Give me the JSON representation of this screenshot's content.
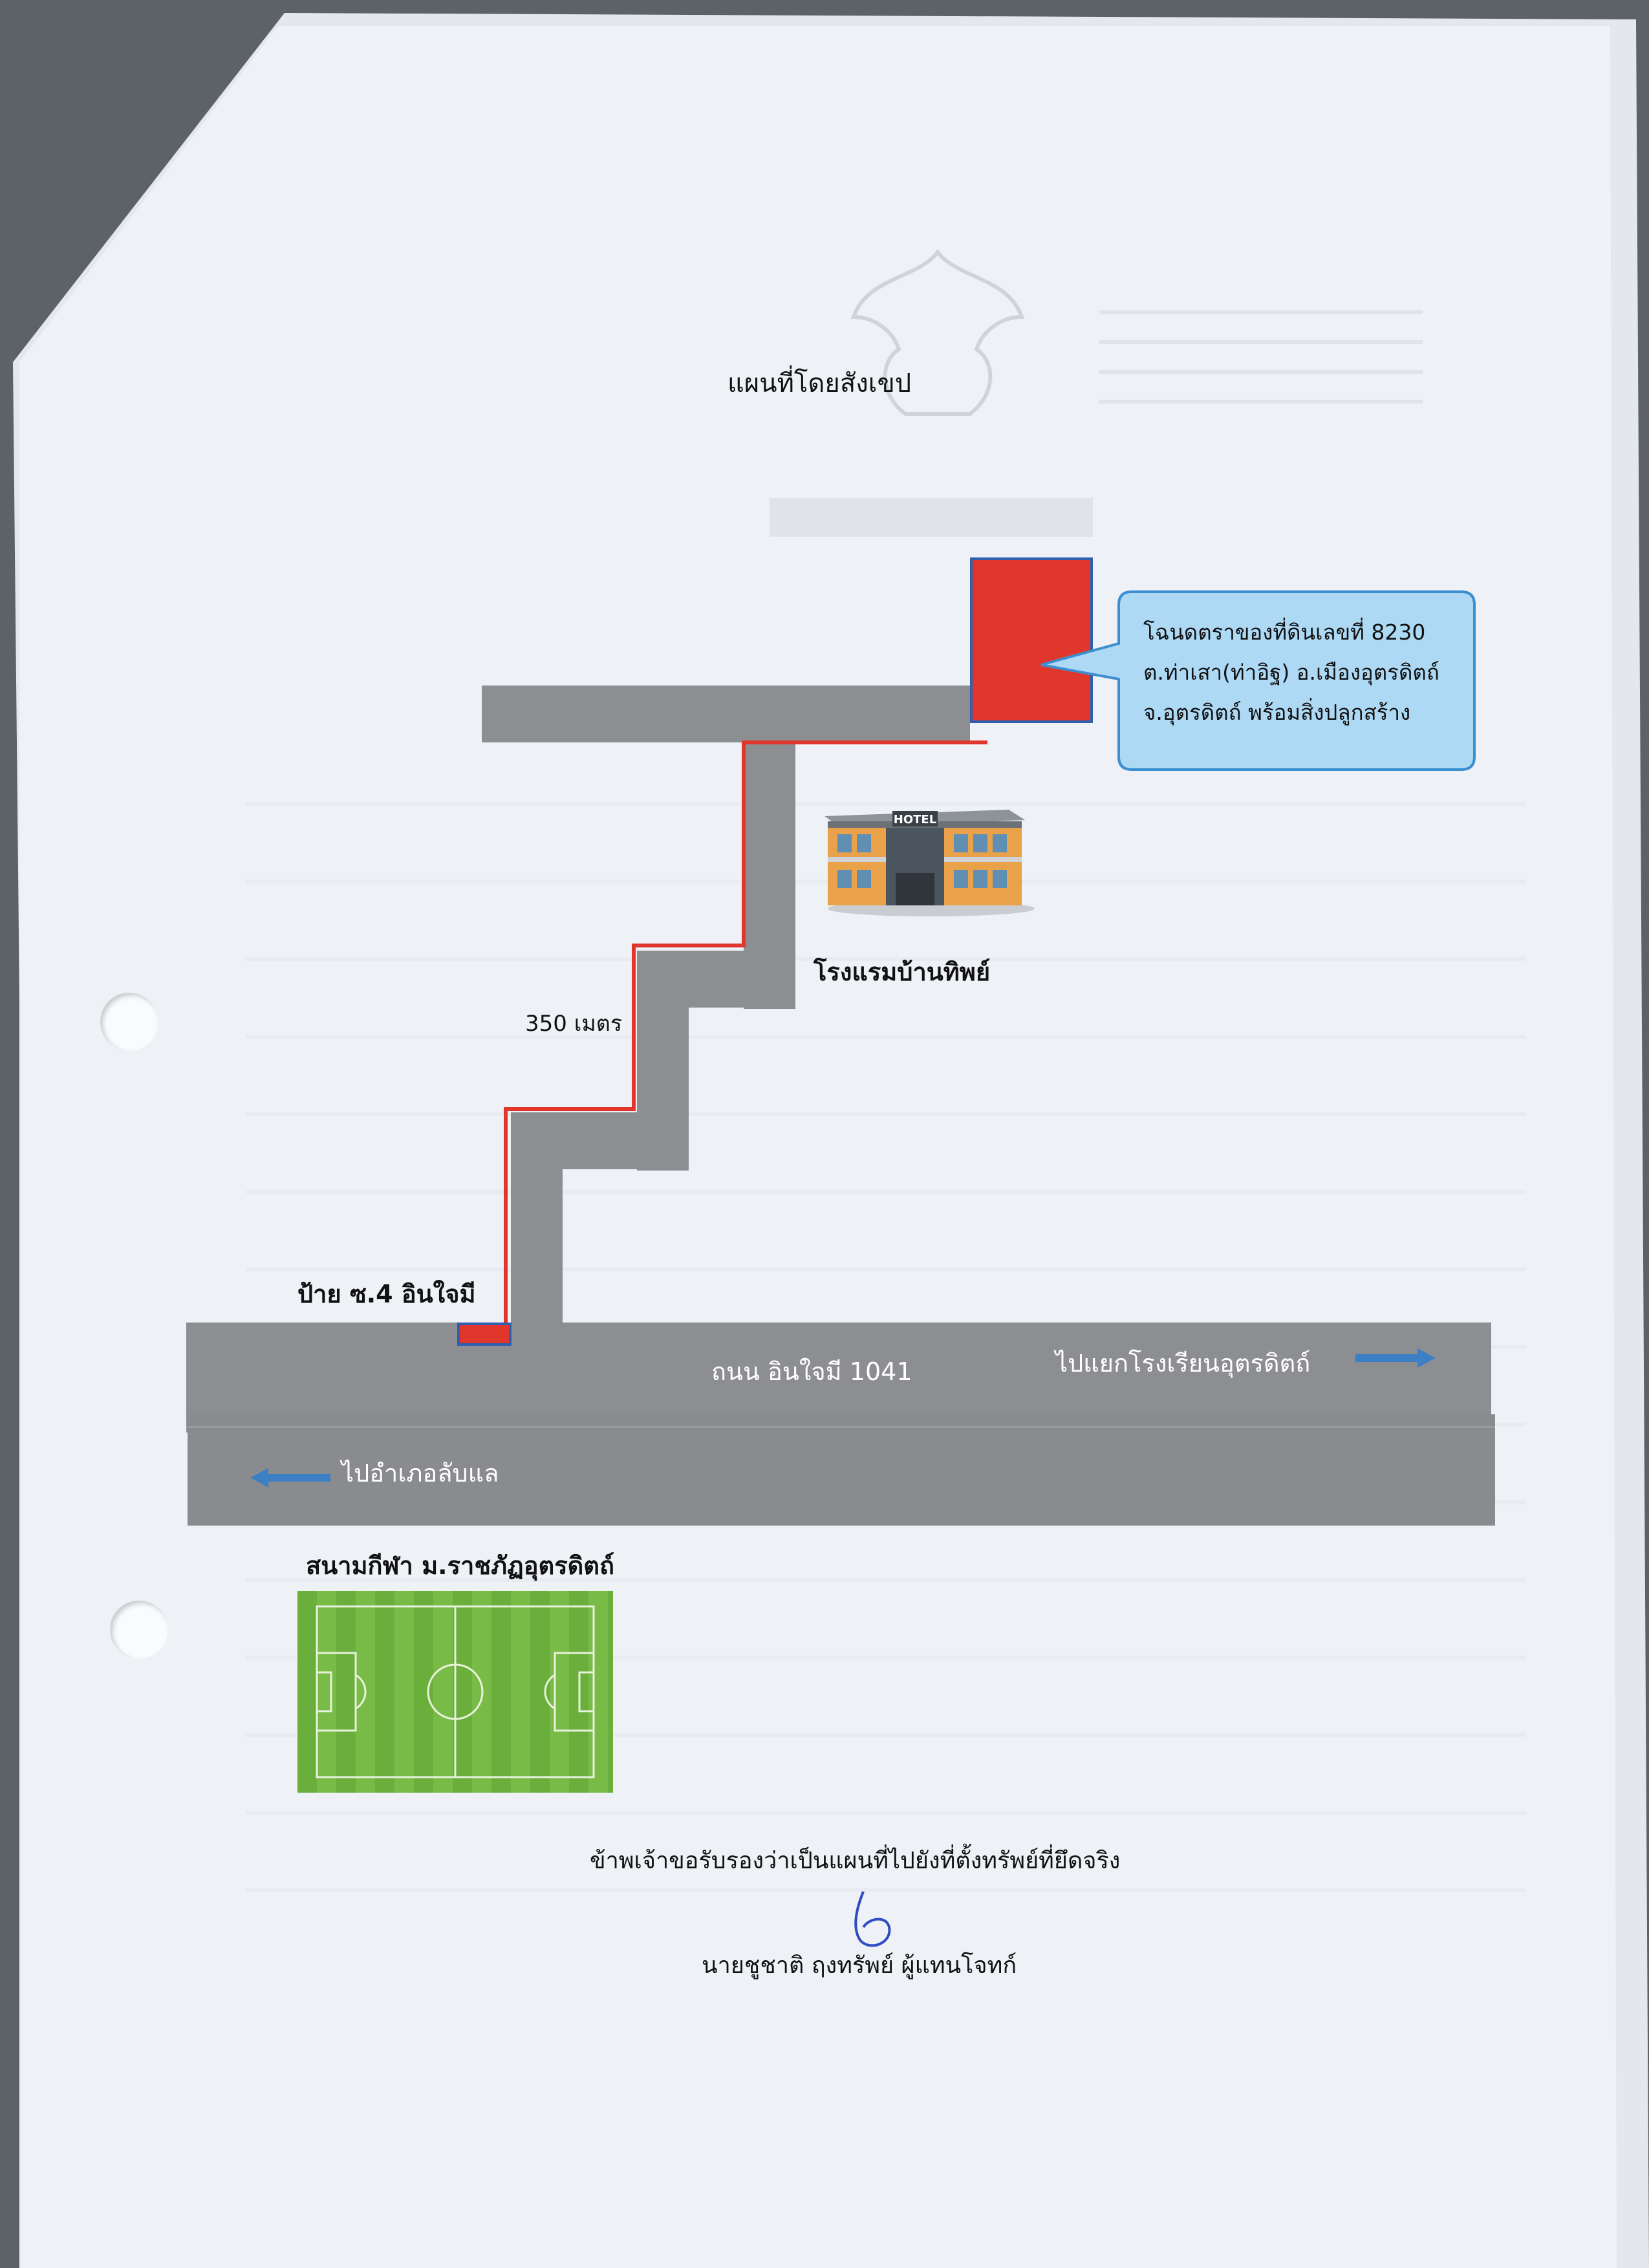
{
  "map_title": "แผนที่โดยสังเขป",
  "callout": {
    "line1": "โฉนดตราของที่ดินเลขที่ 8230",
    "line2": "ต.ท่าเสา(ท่าอิฐ) อ.เมืองอุตรดิตถ์",
    "line3": "จ.อุตรดิตถ์ พร้อมสิ่งปลูกสร้าง"
  },
  "hotel": {
    "sign_text": "HOTEL",
    "label": "โรงแรมบ้านทิพย์"
  },
  "route_distance_label": "350 เมตร",
  "soi_sign_label": "ป้าย ซ.4 อินใจมี",
  "main_road_label": "ถนน อินใจมี 1041",
  "direction_right_label": "ไปแยกโรงเรียนอุตรดิตถ์",
  "direction_left_label": "ไปอำเภอลับแล",
  "stadium_label": "สนามกีฬา ม.ราชภัฏอุตรดิตถ์",
  "certification_text": "ข้าพเจ้าขอรับรองว่าเป็นแผนที่ไปยังที่ตั้งทรัพย์ที่ยึดจริง",
  "signatory_text": "นายชูชาติ ฤงทรัพย์ ผู้แทนโจทก์",
  "colors": {
    "road": "#8d8e91",
    "route_line": "#e0362c",
    "property_plot": "#e0362c",
    "callout_fill": "#aed9f5",
    "callout_border": "#3b8fd0",
    "direction_arrow": "#3c7fc4",
    "field_green": "#6aae3c"
  },
  "icons": [
    "hotel-building-icon",
    "football-field-icon",
    "arrow-right-icon",
    "arrow-left-icon",
    "signature-mark-icon"
  ]
}
